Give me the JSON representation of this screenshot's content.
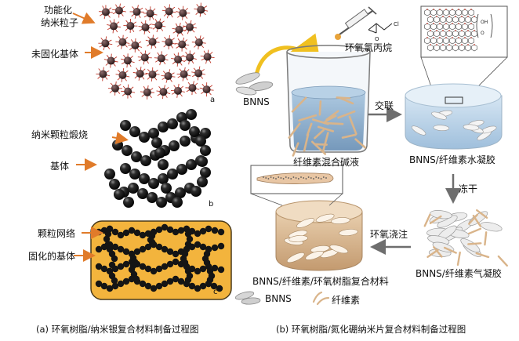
{
  "panel_a": {
    "label_functional_line1": "功能化",
    "label_functional_line2": "纳米粒子",
    "label_uncured_matrix": "未固化基体",
    "tag_a": "a",
    "label_calcination": "纳米颗粒煅烧",
    "label_matrix": "基体",
    "tag_b": "b",
    "label_particle_network": "颗粒网络",
    "label_cured_matrix": "固化的基体",
    "tag_c": "c",
    "caption": "(a) 环氧树脂/纳米银复合材料制备过程图"
  },
  "panel_b": {
    "label_epichlorohydrin": "环氧氯丙烷",
    "label_bnns": "BNNS",
    "label_cellulose_mix": "纤维素混合碱液",
    "label_crosslink": "交联",
    "label_hydrogel": "BNNS/纤维素水凝胶",
    "label_freeze_dry": "冻干",
    "label_aerogel": "BNNS/纤维素气凝胶",
    "label_epoxy_pour": "环氧浇注",
    "label_composite": "BNNS/纤维素/环氧树脂复合材料",
    "legend_bnns": "BNNS",
    "legend_cellulose": "纤维素",
    "caption": "(b) 环氧树脂/氮化硼纳米片复合材料制备过程图"
  },
  "colors": {
    "particle": "#3a2a2a",
    "spike": "#c0392b",
    "arrow_orange": "#e07b2a",
    "arrow_yellow": "#f0c020",
    "black_sphere": "#151515",
    "matrix_fill": "#f3b43d",
    "liquid_blue": "#8fb2cf",
    "cellulose": "#d9b48a",
    "bnns": "#d8d8d8",
    "gray_arrow": "#6e6e6e"
  }
}
